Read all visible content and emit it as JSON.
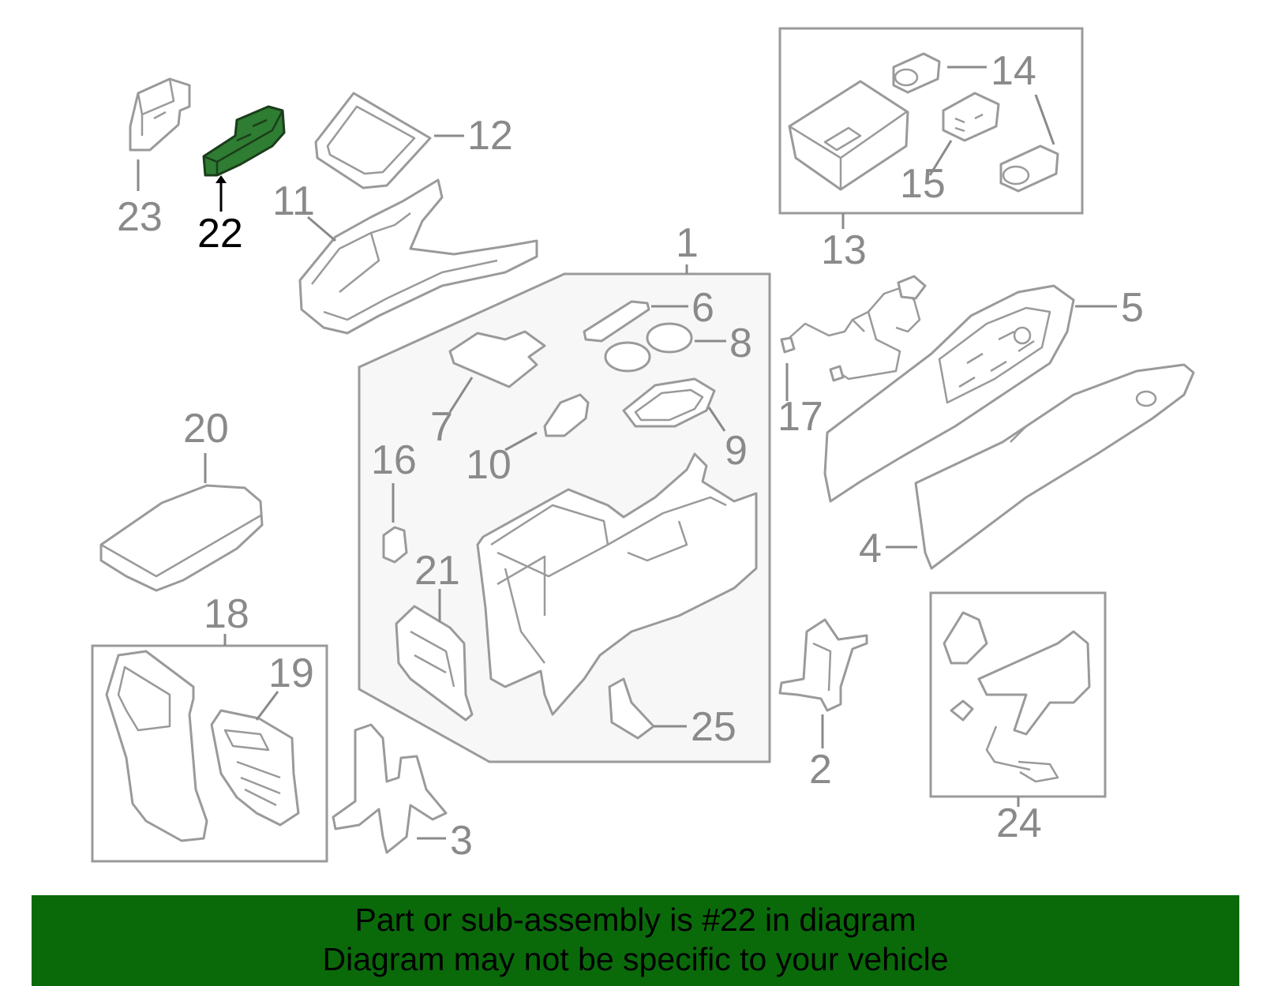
{
  "colors": {
    "highlight_part": "#2e7d32",
    "banner_background": "#0a6a0a",
    "callout_text": "#8a8a8a",
    "highlighted_callout_text": "#000000"
  },
  "diagram": {
    "highlighted_callout": "22",
    "callouts": {
      "c1": "1",
      "c2": "2",
      "c3": "3",
      "c4": "4",
      "c5": "5",
      "c6": "6",
      "c7": "7",
      "c8": "8",
      "c9": "9",
      "c10": "10",
      "c11": "11",
      "c12": "12",
      "c13": "13",
      "c14": "14",
      "c15": "15",
      "c16": "16",
      "c17": "17",
      "c18": "18",
      "c19": "19",
      "c20": "20",
      "c21": "21",
      "c22": "22",
      "c23": "23",
      "c24": "24",
      "c25": "25"
    }
  },
  "banner": {
    "line1": "Part or sub-assembly is #22 in diagram",
    "line2": "Diagram may not be specific to your vehicle"
  }
}
